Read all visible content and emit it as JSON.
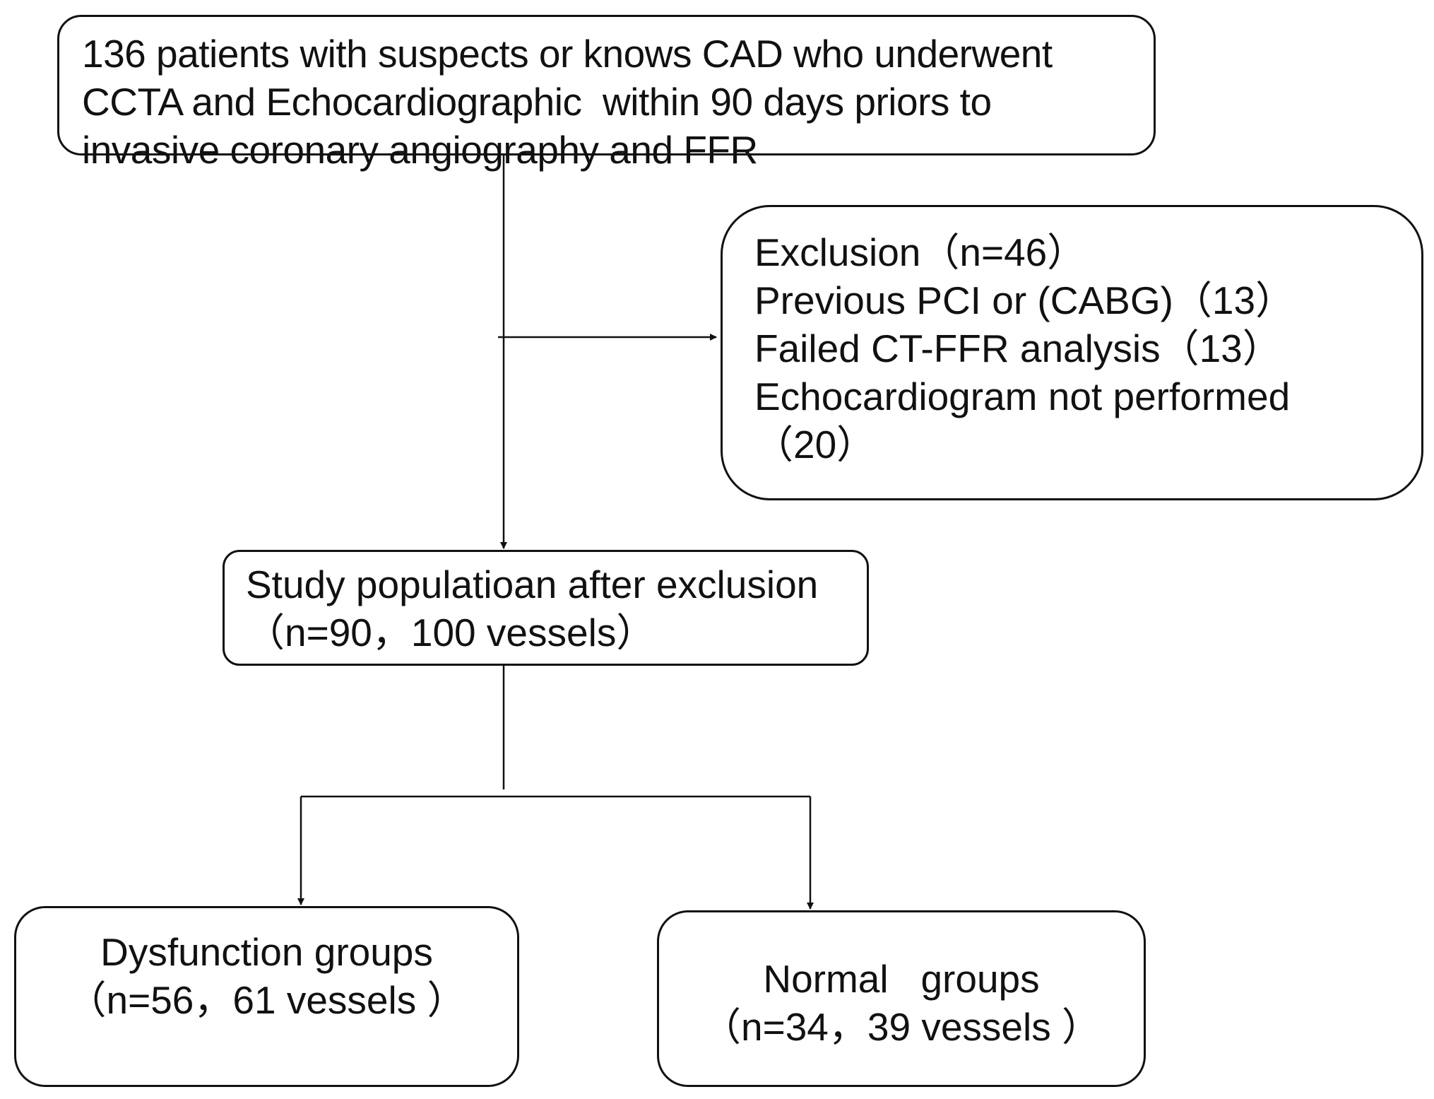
{
  "top_box": {
    "lines": [
      "136 patients with suspects or knows CAD who underwent",
      "CCTA and Echocardiographic  within 90 days priors to",
      "invasive coronary angiography and FFR"
    ]
  },
  "exclusion_box": {
    "lines": [
      "Exclusion（n=46）",
      "Previous PCI or (CABG)（13）",
      "Failed CT-FFR analysis（13）",
      "Echocardiogram not performed",
      "（20）"
    ]
  },
  "study_box": {
    "lines": [
      "Study populatioan after exclusion",
      "（n=90，100 vessels）"
    ]
  },
  "dysfunction_box": {
    "lines": [
      "Dysfunction groups",
      "（n=56，61 vessels ）"
    ]
  },
  "normal_box": {
    "lines": [
      "Normal   groups",
      "（n=34，39 vessels ）"
    ]
  },
  "colors": {
    "line": "#111111",
    "background": "#ffffff"
  }
}
